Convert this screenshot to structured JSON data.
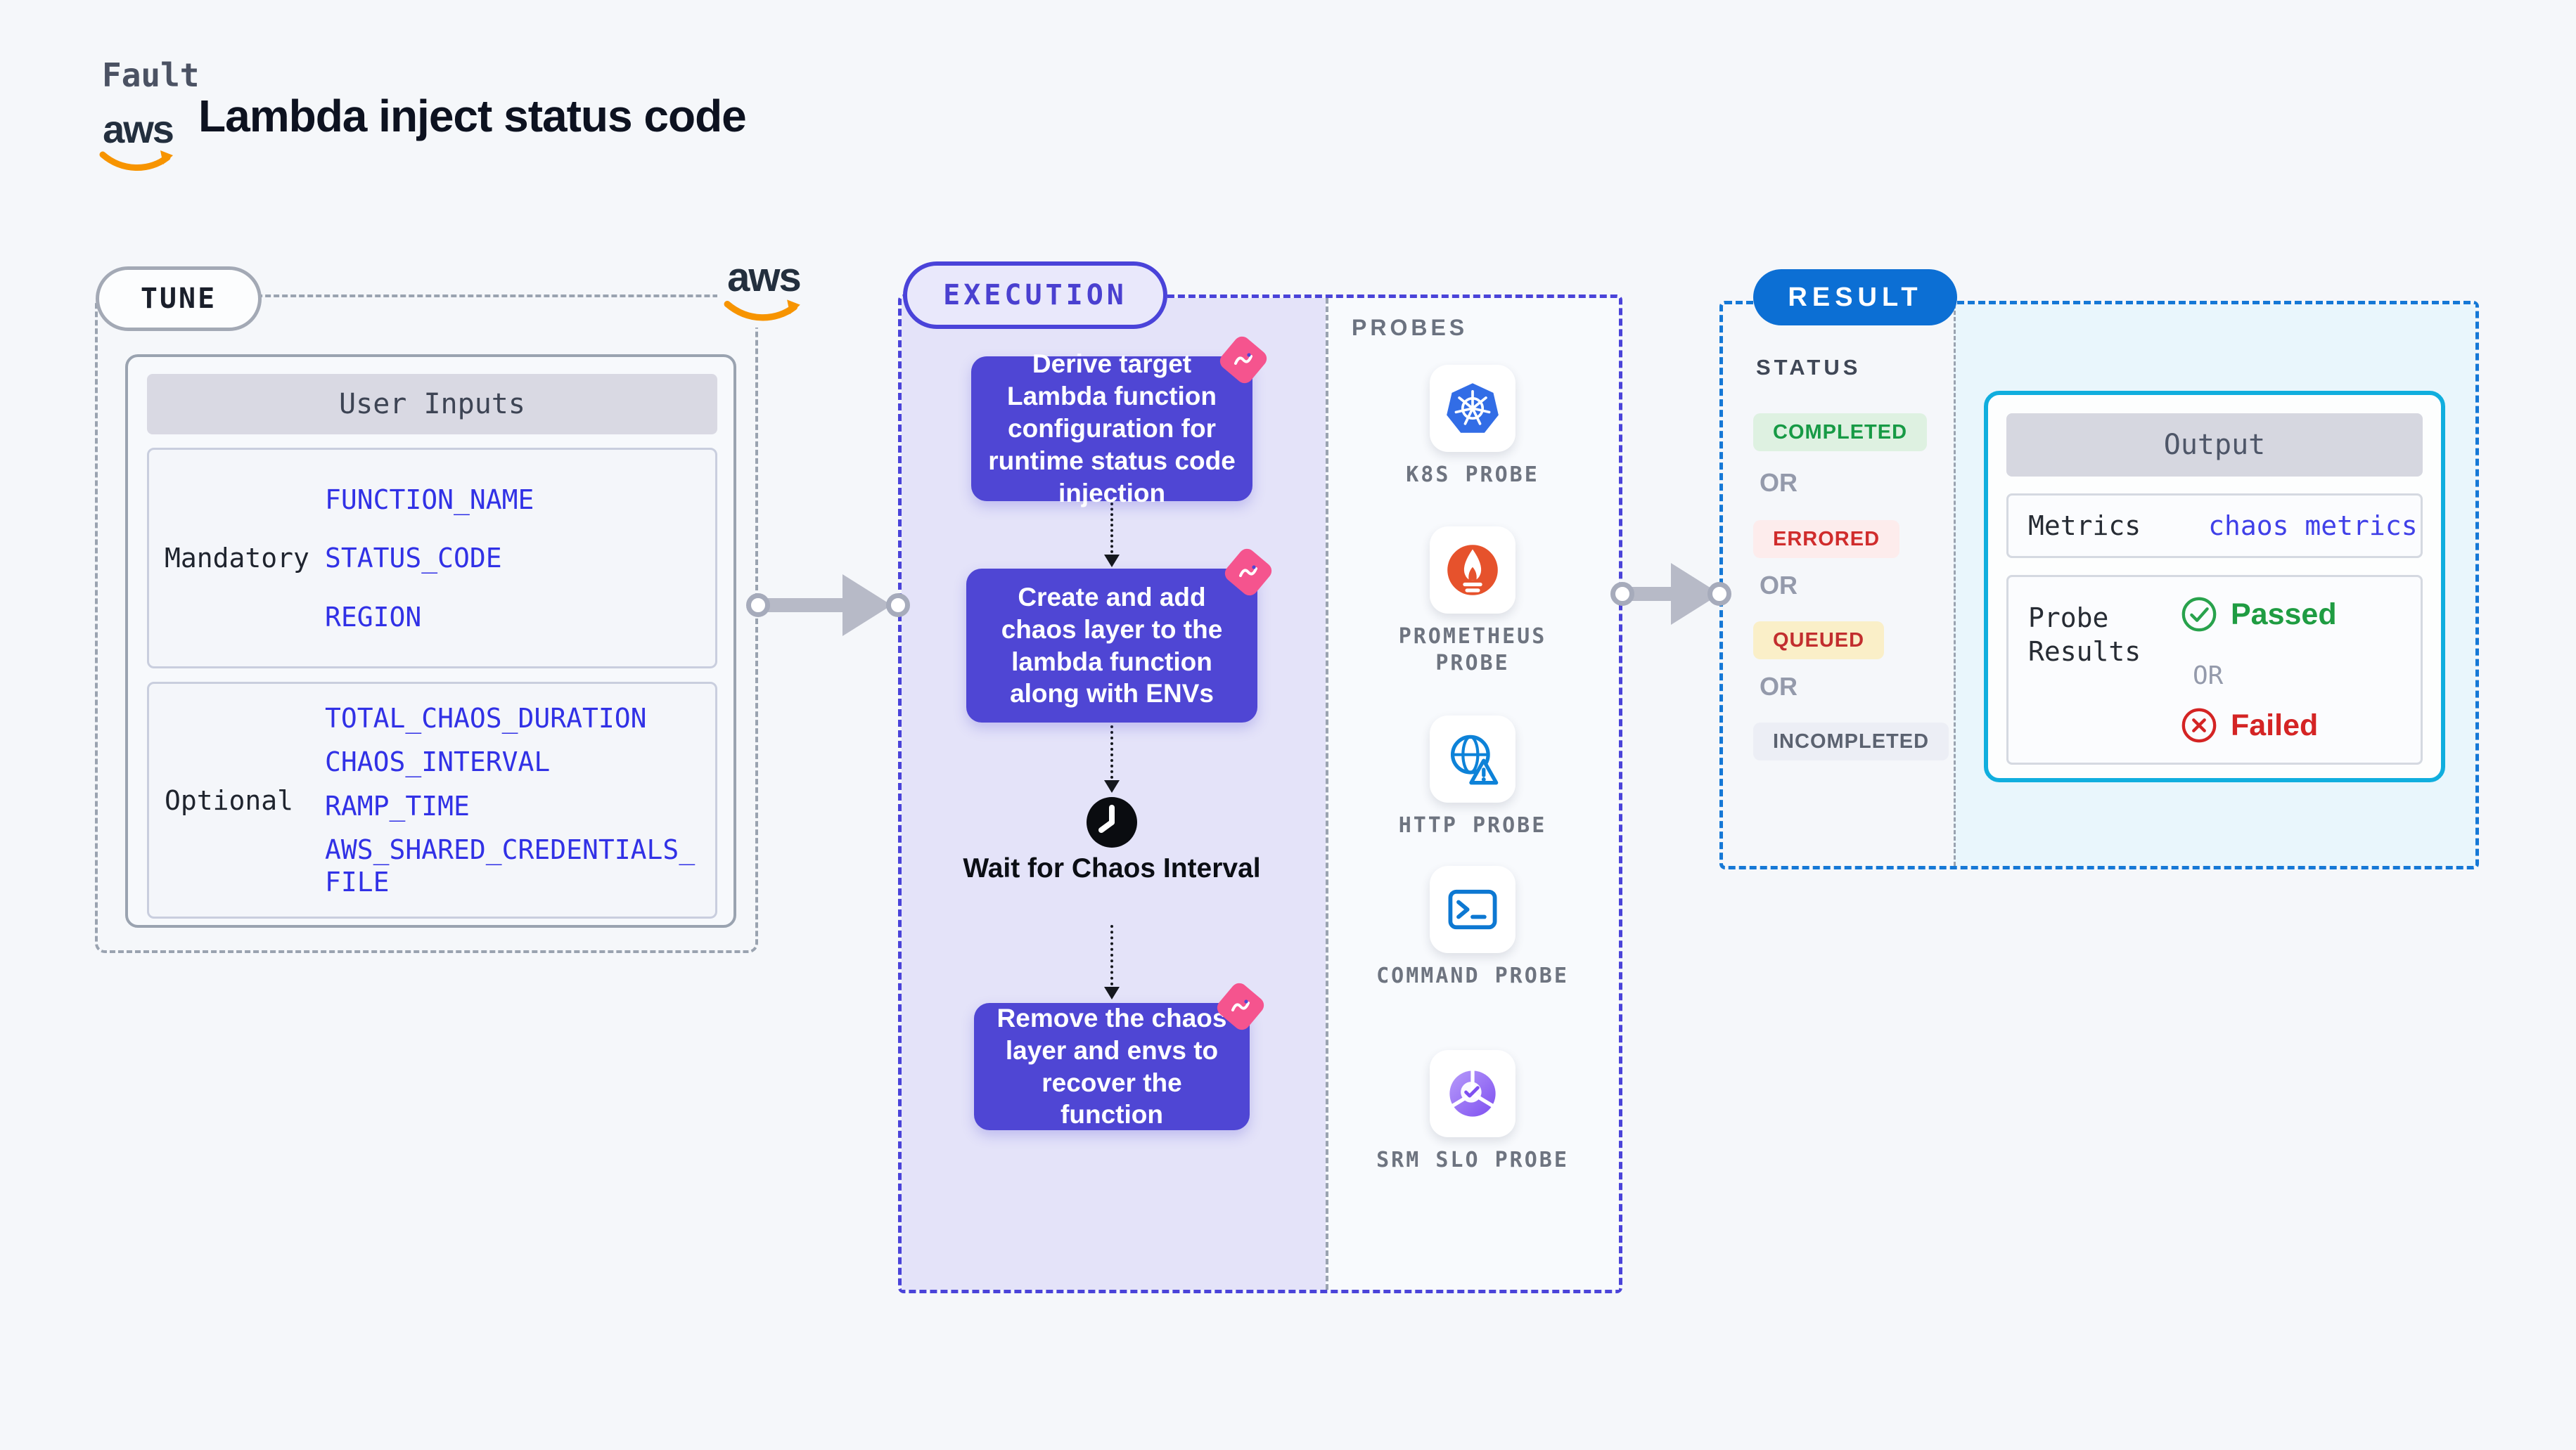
{
  "header": {
    "category": "Fault",
    "title": "Lambda inject status code",
    "aws_logo_text": "aws"
  },
  "tune": {
    "label": "TUNE",
    "aws_logo_text": "aws",
    "user_inputs": {
      "title": "User Inputs",
      "groups": [
        {
          "label": "Mandatory",
          "params": [
            "FUNCTION_NAME",
            "STATUS_CODE",
            "REGION"
          ]
        },
        {
          "label": "Optional",
          "params": [
            "TOTAL_CHAOS_DURATION",
            "CHAOS_INTERVAL",
            "RAMP_TIME",
            "AWS_SHARED_CREDENTIALS_FILE"
          ]
        }
      ]
    }
  },
  "execution": {
    "label": "EXECUTION",
    "steps": [
      "Derive target Lambda function configuration for runtime status code injection",
      "Create and add chaos layer to the lambda function along with ENVs",
      "Remove the chaos layer and envs to recover the function"
    ],
    "wait_label": "Wait for Chaos Interval"
  },
  "probes": {
    "title": "PROBES",
    "items": [
      {
        "icon": "kubernetes-icon",
        "label": "K8S PROBE"
      },
      {
        "icon": "prometheus-icon",
        "label": "PROMETHEUS PROBE"
      },
      {
        "icon": "http-globe-warning-icon",
        "label": "HTTP PROBE"
      },
      {
        "icon": "terminal-icon",
        "label": "COMMAND PROBE"
      },
      {
        "icon": "slo-pie-check-icon",
        "label": "SRM SLO PROBE"
      }
    ]
  },
  "result": {
    "label": "RESULT",
    "status": {
      "title": "STATUS",
      "or": "OR",
      "badges": [
        {
          "label": "COMPLETED",
          "fg": "#179a45",
          "bg": "#def1e1"
        },
        {
          "label": "ERRORED",
          "fg": "#d02c2c",
          "bg": "#fdecec"
        },
        {
          "label": "QUEUED",
          "fg": "#c22e2e",
          "bg": "#faefc8"
        },
        {
          "label": "INCOMPLETED",
          "fg": "#5b6270",
          "bg": "#eceef5"
        }
      ]
    },
    "output": {
      "title": "Output",
      "metrics_label": "Metrics",
      "metrics_value": "chaos metrics",
      "probe_results_label": "Probe Results",
      "passed": "Passed",
      "or": "OR",
      "failed": "Failed"
    }
  },
  "colors": {
    "page_bg": "#f5f7fa",
    "accent_indigo": "#4a43d9",
    "step_box_purple": "#4f46d4",
    "param_blue": "#3131e6",
    "lavender_lane": "#e4e3f9",
    "result_pill_blue": "#0c6fd4",
    "result_border_blue": "#1578d6",
    "output_border_cyan": "#10aede",
    "cyan_zone": "#e9f6fc",
    "metrics_value_blue": "#4040e8",
    "passed_green": "#1f9c42",
    "failed_red": "#d42424",
    "aws_orange": "#f79400",
    "k8s_blue": "#326de6",
    "prometheus_orange": "#e6522c",
    "http_blue": "#0d82d8",
    "command_blue": "#0d78d2",
    "srm_purple": "#7e4ff0",
    "chaos_pink": "#f5548e",
    "arrow_gray": "#b7bac7"
  }
}
